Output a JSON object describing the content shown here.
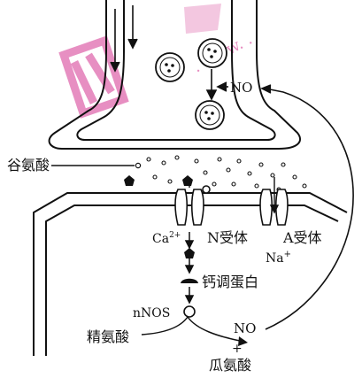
{
  "labels": {
    "no_top": "NO",
    "glutamate": "谷氨酸",
    "ca": "Ca",
    "ca_sup": "2+",
    "n_receptor": "N受体",
    "a_receptor": "A受体",
    "na": "Na",
    "na_sup": "+",
    "calmodulin": "钙调蛋白",
    "nnos": "nNOS",
    "no_bottom": "NO",
    "arginine": "精氨酸",
    "plus": "+",
    "citrulline": "瓜氨酸"
  },
  "watermark": {
    "text": ". www. .",
    "color": "#d4338f"
  },
  "colors": {
    "line": "#111111",
    "background": "#ffffff"
  }
}
